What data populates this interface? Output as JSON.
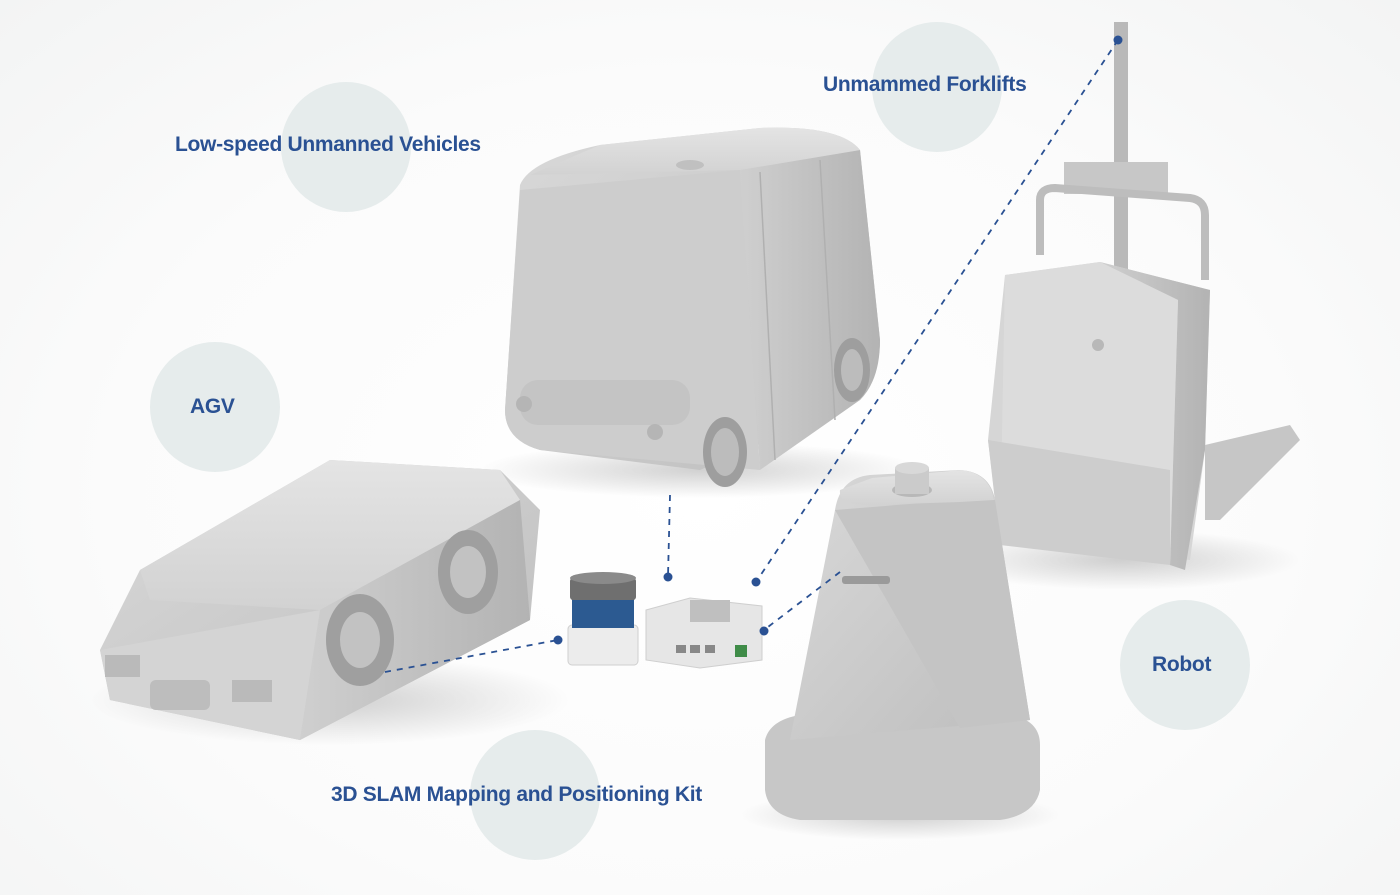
{
  "labels": {
    "low_speed": "Low-speed Unmanned Vehicles",
    "forklifts": "Unmammed Forklifts",
    "agv": "AGV",
    "robot": "Robot",
    "slam_kit": "3D SLAM Mapping and Positioning Kit"
  },
  "colors": {
    "label_text": "#2a5193",
    "bubble": "#e6ecec",
    "dashed_line": "#2a5193",
    "model_gray": "#c9c9c9"
  }
}
